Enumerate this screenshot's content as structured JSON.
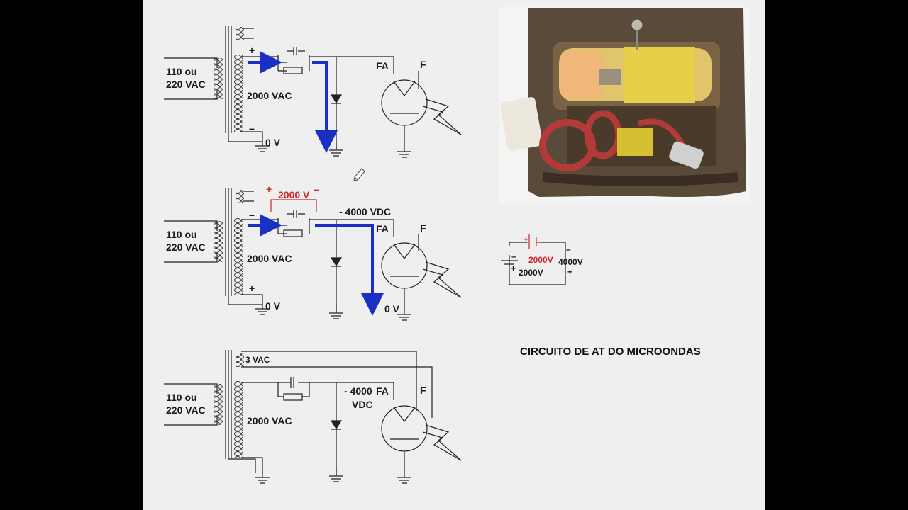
{
  "title": "CIRCUITO DE AT DO MICROONDAS",
  "colors": {
    "arrow": "#1a2fc4",
    "annotation": "#d0282a",
    "background": "#efefef"
  },
  "circuit1": {
    "input_line1": "110 ou",
    "input_line2": "220 VAC",
    "secondary": "2000 VAC",
    "ground_label": "0 V",
    "plus": "+",
    "minus": "–",
    "anode_label": "FA",
    "filament_label": "F"
  },
  "circuit2": {
    "input_line1": "110 ou",
    "input_line2": "220 VAC",
    "secondary": "2000 VAC",
    "ground_label": "0 V",
    "cap_voltage": "2000 V",
    "dc_voltage": "- 4000 VDC",
    "output_ground": "0 V",
    "plus": "+",
    "minus": "–",
    "anode_label": "FA",
    "filament_label": "F"
  },
  "circuit3": {
    "input_line1": "110 ou",
    "input_line2": "220 VAC",
    "filament_winding": "3 VAC",
    "secondary": "2000 VAC",
    "dc_voltage_line1": "- 4000",
    "dc_voltage_line2": "VDC",
    "anode_label": "FA",
    "filament_label": "F"
  },
  "series_diagram": {
    "cap_voltage": "2000V",
    "source_voltage": "2000V",
    "total_voltage": "4000V",
    "plus": "+",
    "minus": "–"
  }
}
